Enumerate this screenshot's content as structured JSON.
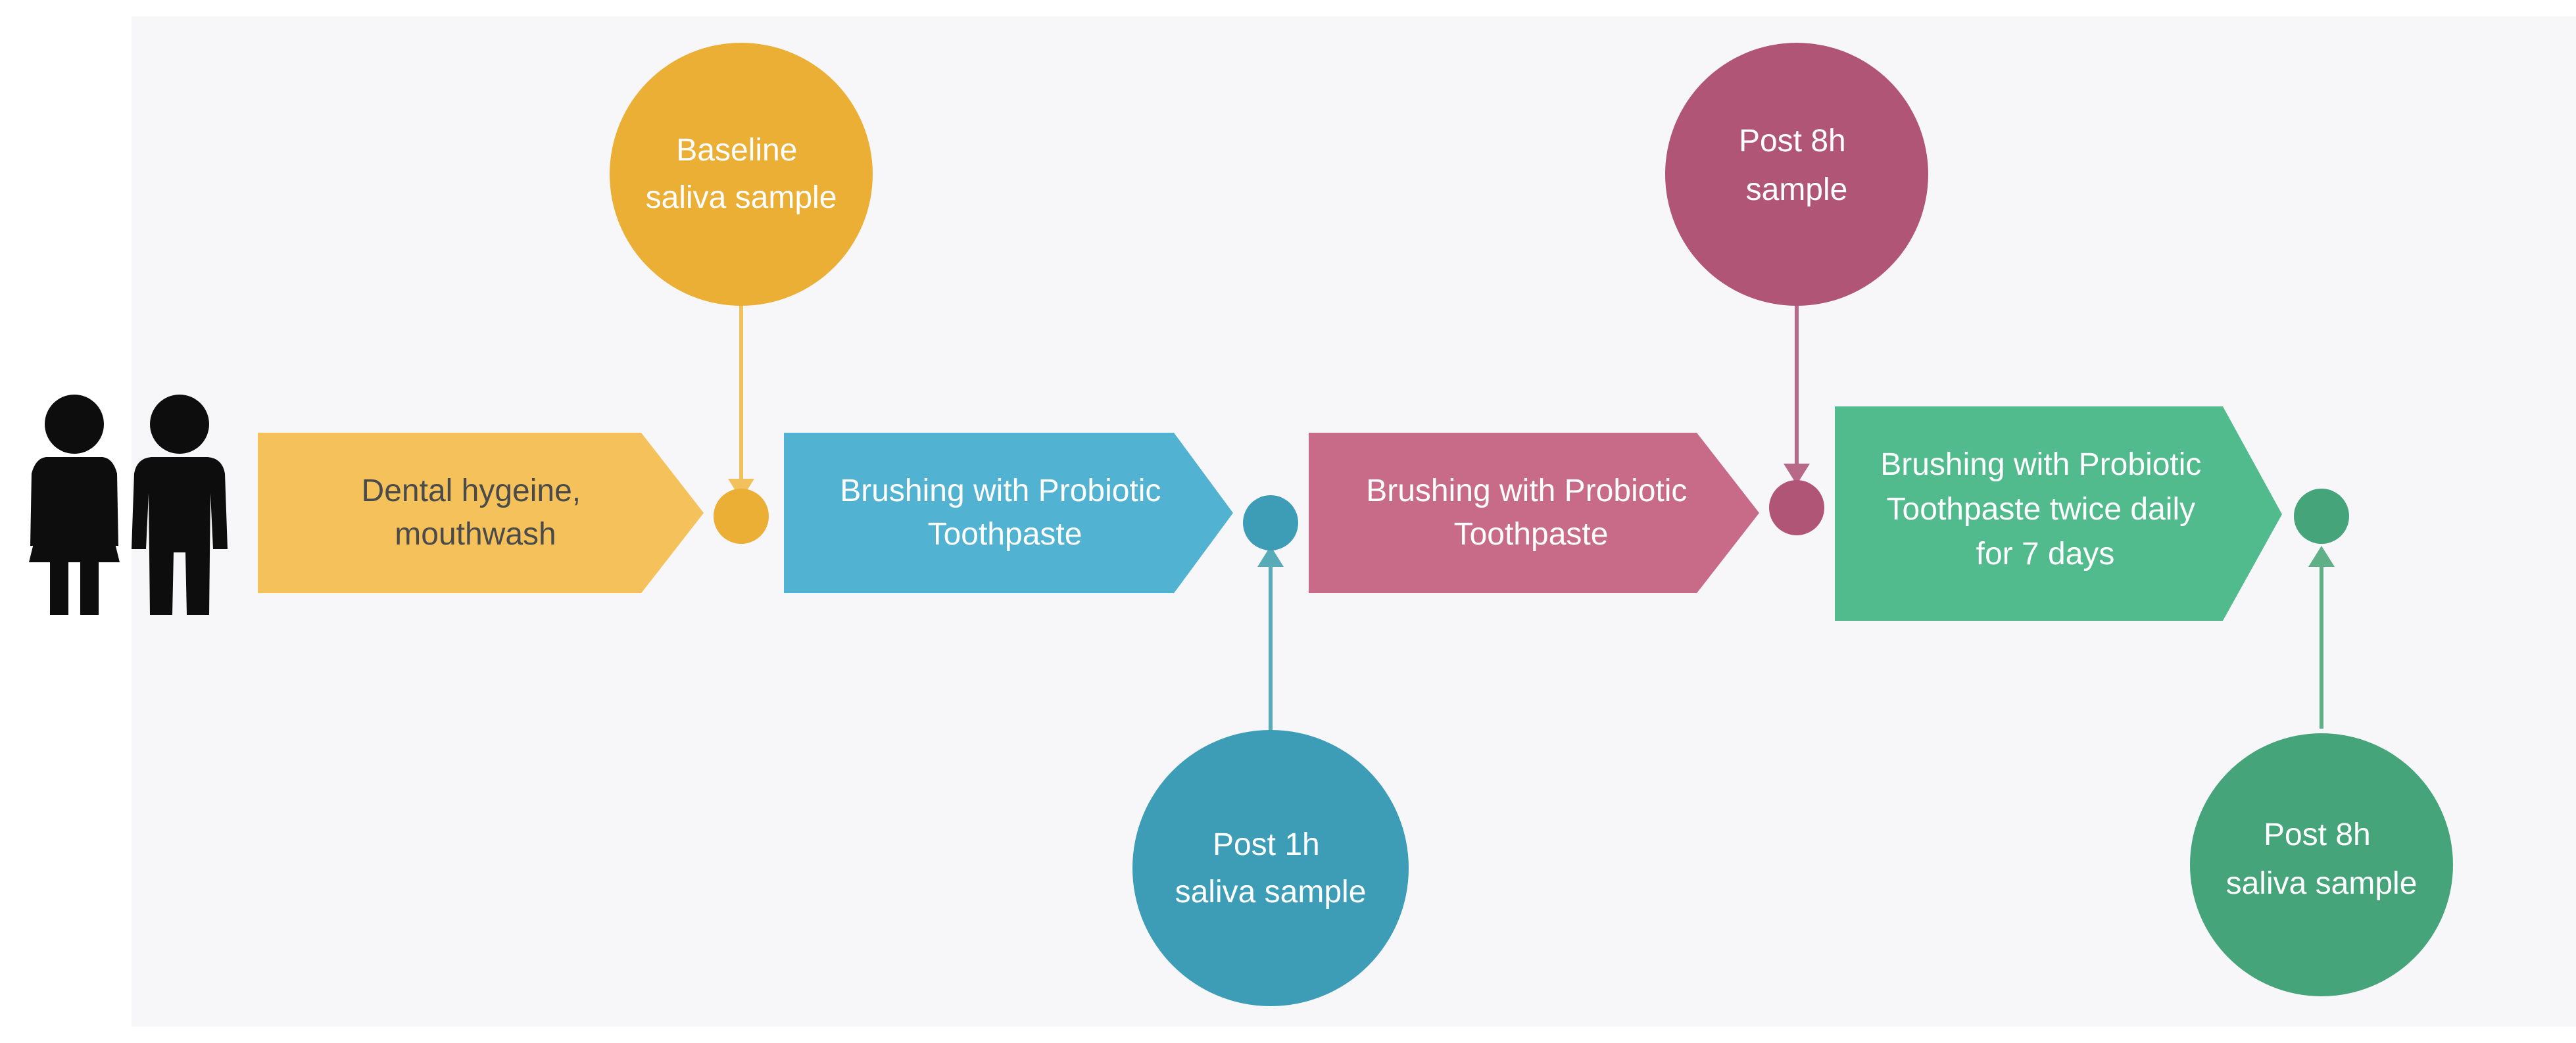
{
  "colors": {
    "background": "#f7f7fa",
    "person": "#0d0d0d",
    "yellow_box": "#f5c15a",
    "yellow_circle": "#ebaf35",
    "yellow_line": "#f0c15c",
    "blue_box": "#51b2d1",
    "blue_circle": "#3d9db7",
    "blue_line": "#57aab8",
    "pink_box": "#c86b89",
    "pink_circle": "#b05575",
    "pink_line": "#b76987",
    "green_box": "#51bb8e",
    "green_circle": "#46a47a",
    "green_line": "#5fb089",
    "text_dark": "#4a4a4a",
    "text_light": "#ffffff"
  },
  "steps": [
    {
      "lines": [
        "Dental hygeine,",
        "mouthwash"
      ]
    },
    {
      "lines": [
        "Brushing with Probiotic",
        "Toothpaste"
      ]
    },
    {
      "lines": [
        "Brushing with Probiotic",
        "Toothpaste"
      ]
    },
    {
      "lines": [
        "Brushing with Probiotic",
        "Toothpaste  twice daily",
        "for 7 days"
      ]
    }
  ],
  "samples": [
    {
      "lines": [
        "Baseline",
        "saliva sample"
      ]
    },
    {
      "lines": [
        "Post 1h",
        "saliva sample"
      ]
    },
    {
      "lines": [
        "Post 8h",
        "sample"
      ]
    },
    {
      "lines": [
        "Post 8h",
        "saliva sample"
      ]
    }
  ],
  "icons": [
    "woman-icon",
    "man-icon"
  ]
}
